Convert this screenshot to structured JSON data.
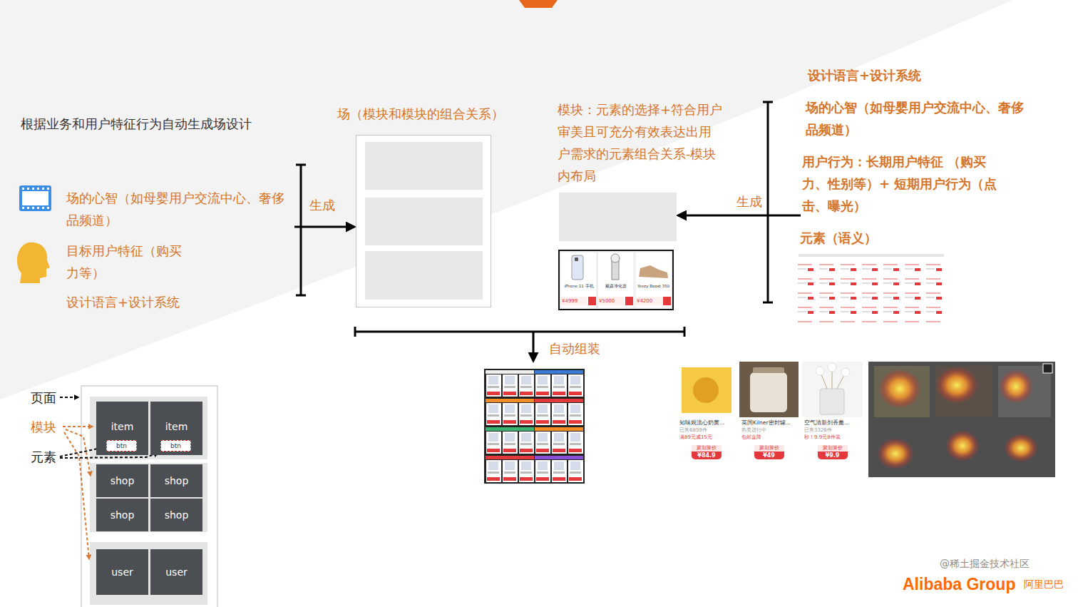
{
  "diagram": {
    "title": "根据业务和用户特征行为自动生成场设计",
    "nodes": [
      {
        "text": [
          "场的心智（如母婴用户交流中心、奢侈品频道）",
          "目标用户特征（购买力等）",
          "设计语言+设计系统"
        ]
      },
      {
        "text": [
          "场（模块和模块的组合关系）"
        ]
      },
      {
        "text": [
          "模块：元素的选择+符合用户审美且可充分有效表达出用户需求的元素组合关系-模块内布局"
        ]
      },
      {
        "text": [
          "设计语言+设计系统",
          "场的心智（如母婴用户交流中心、奢侈品频道）",
          "用户行为：长期用户特征 （购买力、性别等）+ 短期用户行为（点击、曝光）",
          "元素（语义）"
        ]
      },
      {
        "text": [
          "item"
        ]
      },
      {
        "text": [
          "btn"
        ],
        "in": 4
      },
      {
        "text": [
          "item"
        ]
      },
      {
        "text": [
          "btn"
        ],
        "in": 6
      },
      {
        "text": [
          "shop"
        ]
      },
      {
        "text": [
          "shop"
        ]
      },
      {
        "text": [
          "shop"
        ]
      },
      {
        "text": [
          "shop"
        ]
      },
      {
        "text": [
          "user"
        ]
      },
      {
        "text": [
          "user"
        ]
      },
      {
        "text": [
          "知味观流心奶黄...",
          "已售6859件",
          "满89元减15元",
          "聚划算价",
          "¥84.9"
        ]
      },
      {
        "text": [
          "英国Kilner密封罐...",
          "热卖进行中",
          "包邮直降",
          "聚划算价",
          "¥49"
        ]
      },
      {
        "text": [
          "空气清新剂香薰...",
          "已售3326件",
          "秒！9.9元8件装",
          "聚划算价",
          "¥9.9"
        ]
      }
    ],
    "edges": [
      {
        "from": 0,
        "to": 1,
        "arrow": "to",
        "label": "生成"
      },
      {
        "from": 3,
        "to": 2,
        "arrow": "to",
        "label": "生成"
      }
    ],
    "labels": [
      "自动组装",
      "页面",
      "模块",
      "元素",
      "iPhone 11 手机",
      "¥4999",
      "戴森净化器",
      "¥5000",
      "Yeezy Boost 350",
      "¥4200",
      "Alibaba Group",
      "阿里巴巴",
      "@稀土掘金技术社区"
    ]
  }
}
